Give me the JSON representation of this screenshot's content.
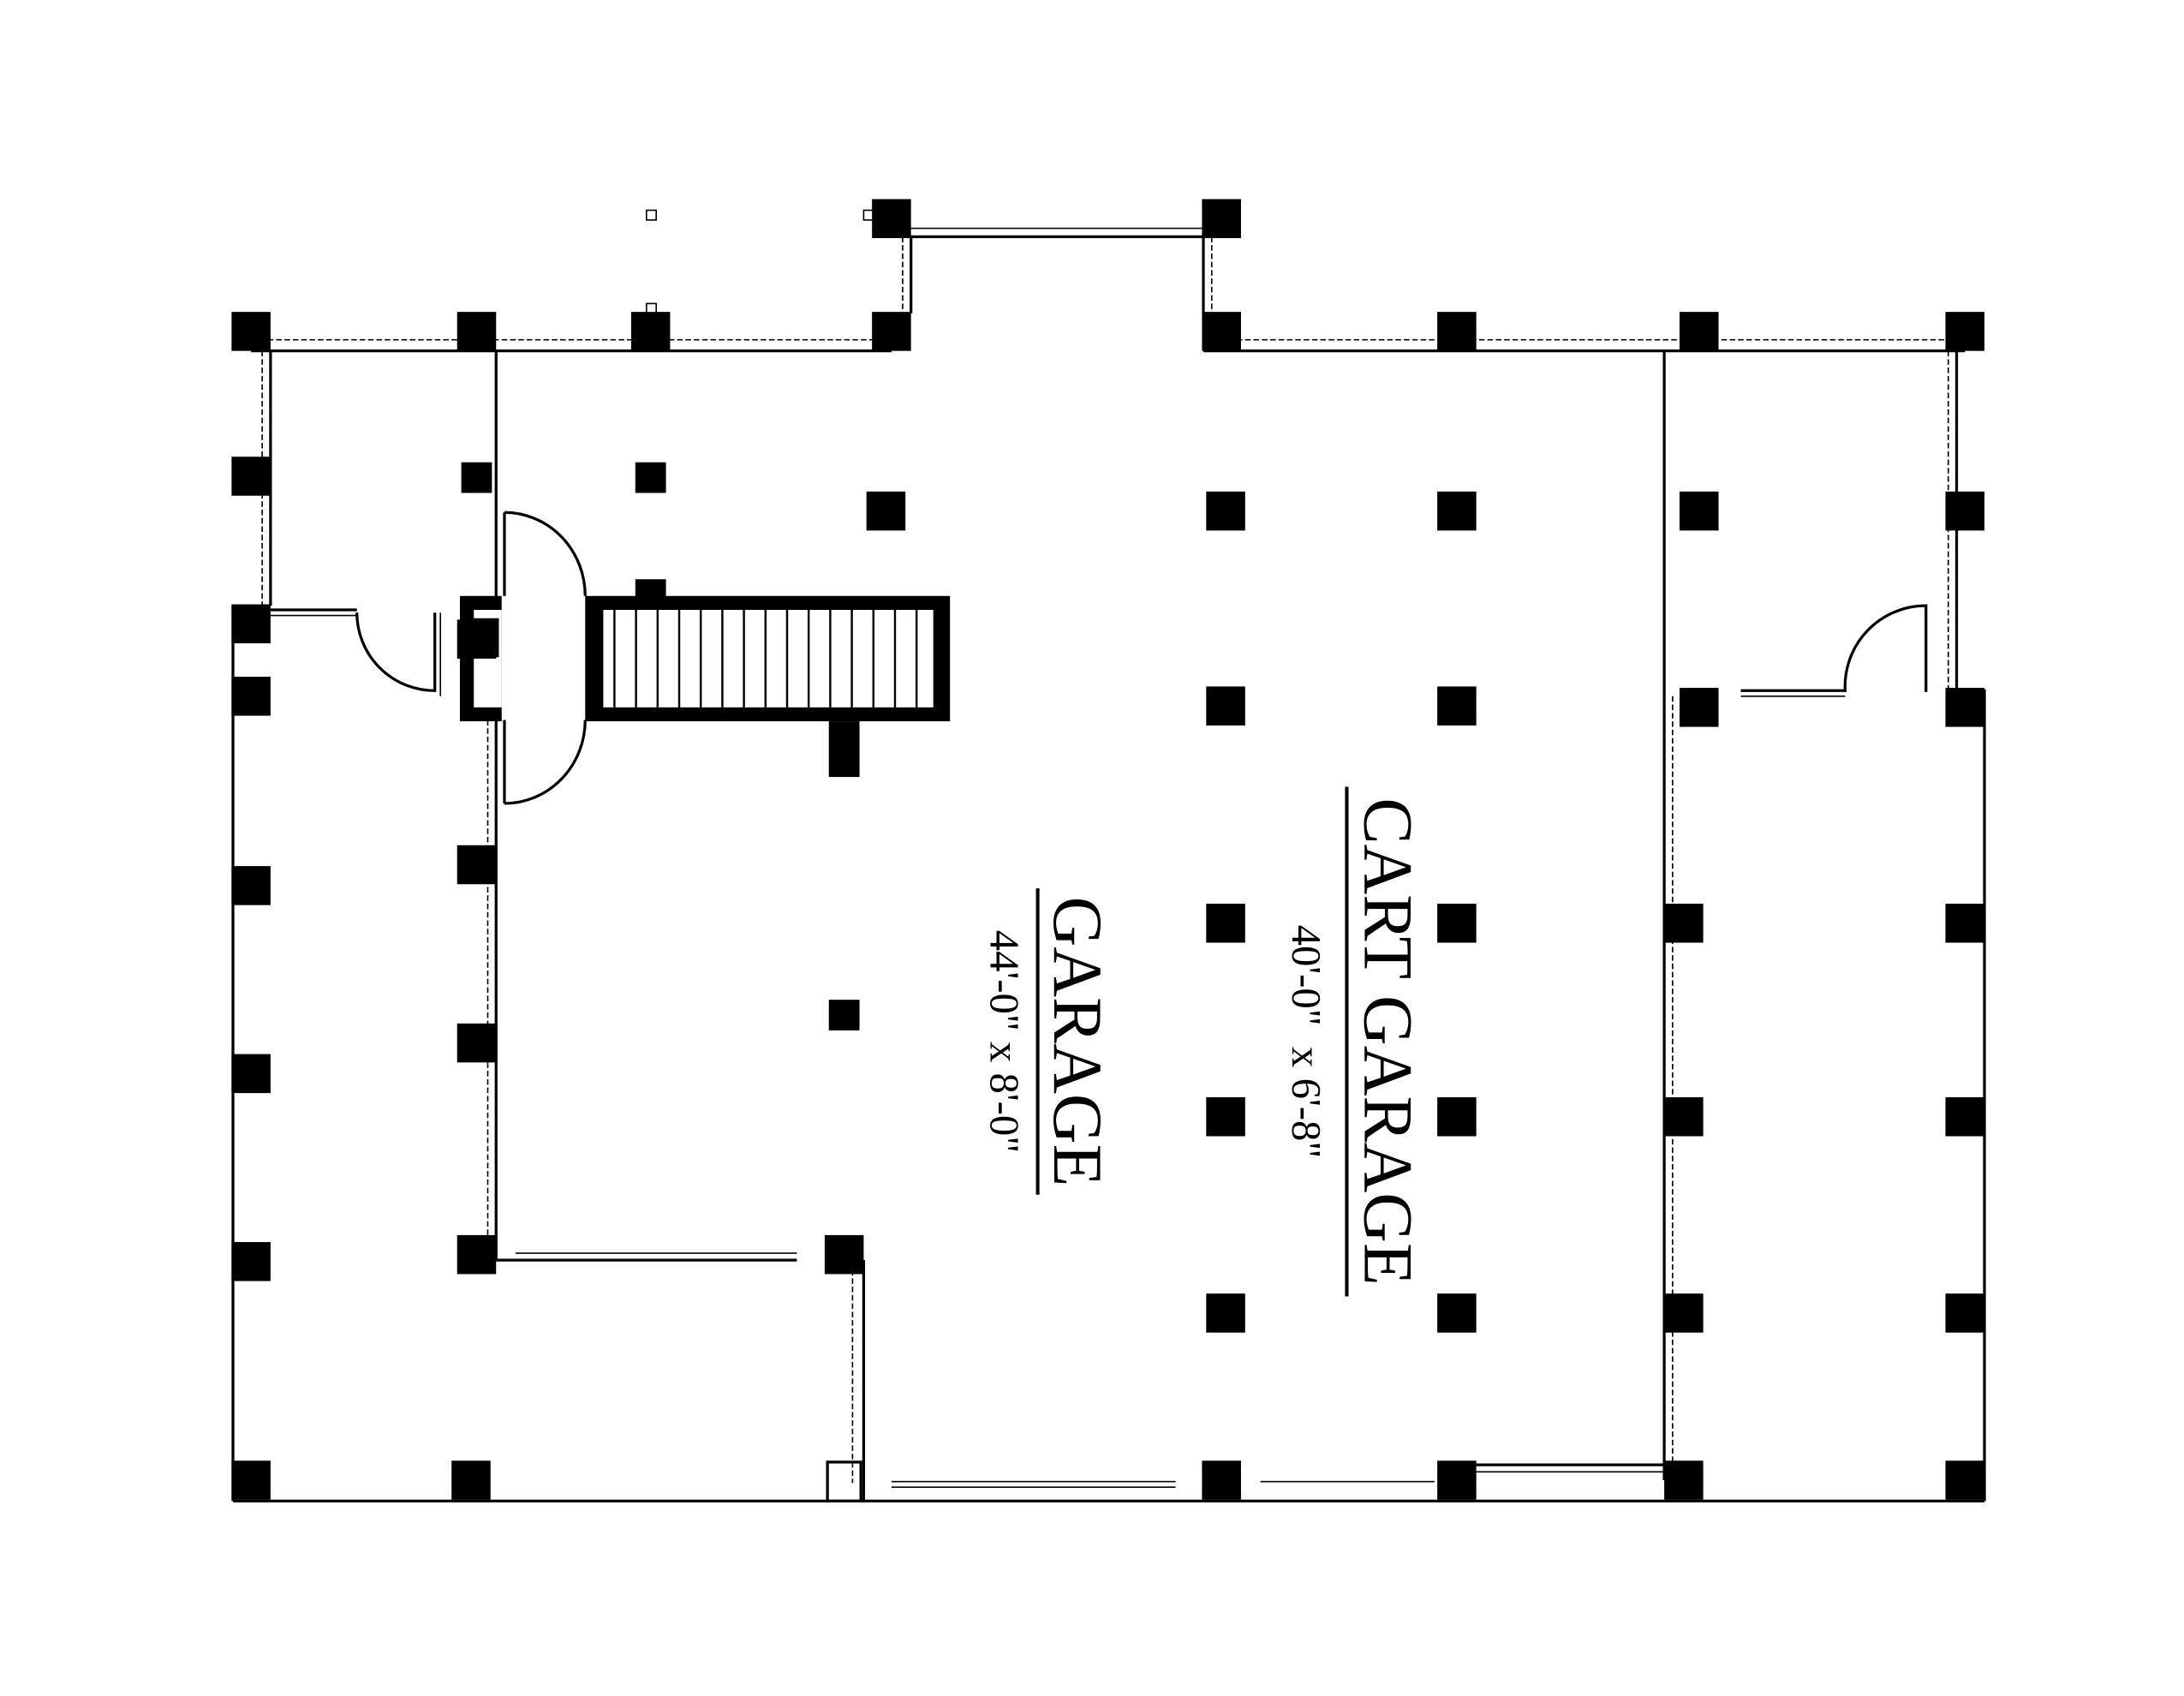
{
  "rooms": [
    {
      "name": "CART GARAGE",
      "dimensions": "40'-0\"  x 6'-8\""
    },
    {
      "name": "GARAGE",
      "dimensions": "44'-0\" x 8'-0\""
    }
  ],
  "colors": {
    "ink": "#000000",
    "paper": "#ffffff"
  }
}
